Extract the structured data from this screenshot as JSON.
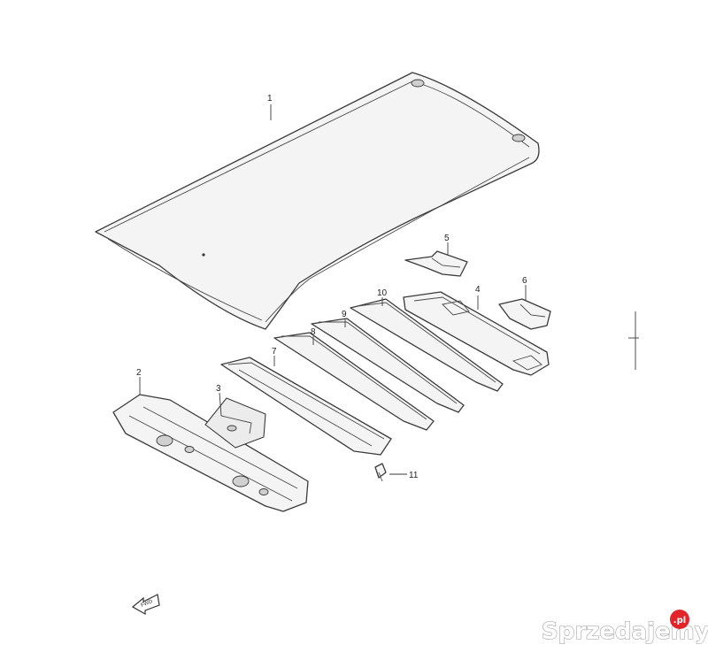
{
  "callouts": [
    {
      "id": "1",
      "label": "1"
    },
    {
      "id": "2",
      "label": "2"
    },
    {
      "id": "3",
      "label": "3"
    },
    {
      "id": "4",
      "label": "4"
    },
    {
      "id": "5",
      "label": "5"
    },
    {
      "id": "6",
      "label": "6"
    },
    {
      "id": "7",
      "label": "7"
    },
    {
      "id": "8",
      "label": "8"
    },
    {
      "id": "9",
      "label": "9"
    },
    {
      "id": "10",
      "label": "10"
    },
    {
      "id": "11",
      "label": "11"
    }
  ],
  "front_arrow": {
    "label": "FWD"
  },
  "watermark": {
    "text": "Sprzedajemy",
    "badge": ".pl",
    "badge_color": "#e2232a"
  }
}
